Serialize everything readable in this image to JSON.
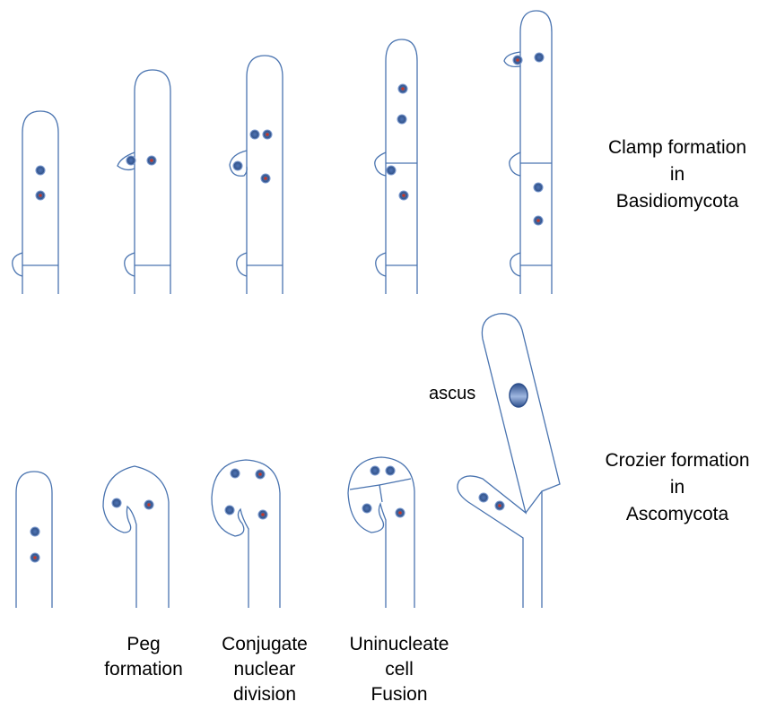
{
  "labels": {
    "clamp": "Clamp formation\nin\nBasidiomycota",
    "crozier": "Crozier formation\nin\nAscomycota",
    "ascus": "ascus",
    "peg": "Peg\nformation",
    "conjugate": "Conjugate\nnuclear\ndivision",
    "fusion": "Uninucleate\ncell\nFusion"
  },
  "colors": {
    "outline": "#4a74b0",
    "nucleus": "#3c5c93",
    "nucleus_dot": "#c0392b"
  }
}
